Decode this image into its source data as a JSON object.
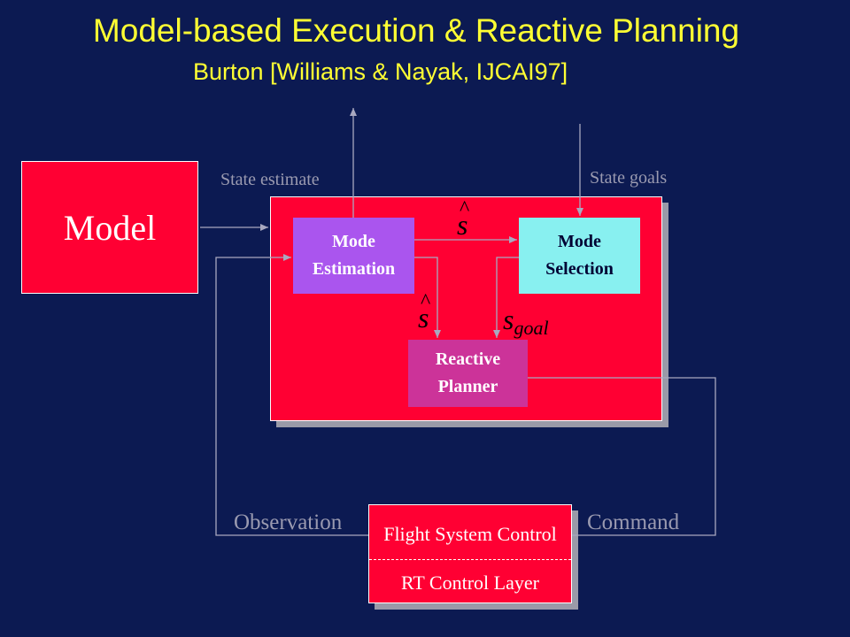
{
  "title": "Model-based Execution & Reactive Planning",
  "subtitle": "Burton [Williams & Nayak, IJCAI97]",
  "diagram": {
    "model_label": "Model",
    "mode_estimation_label": "Mode\nEstimation",
    "mode_selection_label": "Mode\nSelection",
    "reactive_planner_label": "Reactive\nPlanner",
    "flight_system_control_label": "Flight System Control",
    "rt_control_layer_label": "RT Control Layer",
    "state_estimate_label": "State estimate",
    "state_goals_label": "State goals",
    "observation_label": "Observation",
    "command_label": "Command",
    "s_hat_symbol": "s",
    "hat_mark": "^",
    "s_goal_base": "s",
    "s_goal_sub": "goal"
  }
}
